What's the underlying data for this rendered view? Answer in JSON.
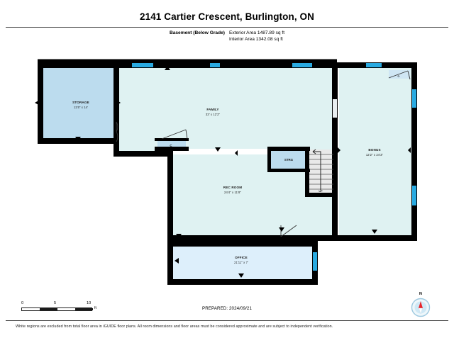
{
  "header": {
    "title": "2141 Cartier Crescent, Burlington, ON",
    "level_label": "Basement (Below Grade)",
    "exterior_area": "Exterior Area 1487.89 sq ft",
    "interior_area": "Interior Area 1342.08 sq ft"
  },
  "rooms": [
    {
      "id": "storage",
      "name": "STORAGE",
      "dim": "11'5\" x 14'"
    },
    {
      "id": "family",
      "name": "FAMILY",
      "dim": "33' x 12'2\""
    },
    {
      "id": "rec",
      "name": "REC ROOM",
      "dim": "24'4\" x 11'8\""
    },
    {
      "id": "bonus",
      "name": "BONUS",
      "dim": "12'2\" x 24'3\""
    },
    {
      "id": "office",
      "name": "OFFICE",
      "dim": "21'11\" x 7'"
    },
    {
      "id": "strg",
      "name": "STRG",
      "dim": ""
    },
    {
      "id": "closet1",
      "name": "C",
      "dim": ""
    },
    {
      "id": "closet2",
      "name": "C",
      "dim": ""
    }
  ],
  "annotations": {
    "stairs_up": "UP"
  },
  "scale": {
    "min": "0",
    "mid": "5",
    "max": "10",
    "unit": "ft"
  },
  "compass": {
    "north_label": "N"
  },
  "footer": {
    "prepared": "PREPARED: 2024/09/21",
    "disclaimer": "White regions are excluded from total floor area in iGUIDE floor plans. All room dimensions and floor areas must be considered approximate and are subject to independent verification."
  },
  "colors": {
    "wall": "#000000",
    "interior_fill": "#dff2f2",
    "excluded_fill": "#bcdcee",
    "window": "#29aae1",
    "compass_needle": "#e8242a",
    "page_bg": "#ffffff"
  }
}
